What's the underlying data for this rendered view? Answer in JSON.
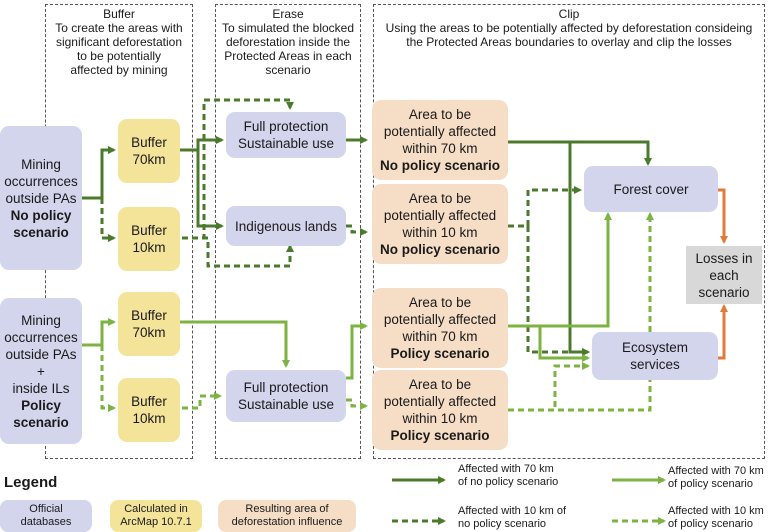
{
  "colors": {
    "dark_green": "#4b7a2c",
    "light_green": "#7cb342",
    "orange": "#e07b3a",
    "official_blue": "#d2d5ec",
    "arcmap_yellow": "#f4e49a",
    "result_peach": "#f5ddc6",
    "losses_gray": "#d8d8d8"
  },
  "panels": {
    "buffer": {
      "title": "Buffer",
      "desc": [
        "To create the areas with",
        "significant deforestation",
        "to be potentially",
        "affected by mining"
      ]
    },
    "erase": {
      "title": "Erase",
      "desc": [
        "To simulated the blocked",
        "deforestation inside the",
        "Protected Areas in each",
        "scenario"
      ]
    },
    "clip": {
      "title": "Clip",
      "desc": [
        "Using the areas to be potentially affected by deforestation consideing",
        "the Protected Areas boundaries to overlay and clip the losses"
      ]
    }
  },
  "nodes": {
    "mining_nopolicy": [
      "Mining",
      "occurrences",
      "outside PAs",
      "No policy",
      "scenario"
    ],
    "mining_policy": [
      "Mining",
      "occurrences",
      "outside PAs +",
      "inside ILs",
      "Policy",
      "scenario"
    ],
    "buffer70_a": [
      "Buffer",
      "70km"
    ],
    "buffer10_a": [
      "Buffer",
      "10km"
    ],
    "buffer70_b": [
      "Buffer",
      "70km"
    ],
    "buffer10_b": [
      "Buffer",
      "10km"
    ],
    "full_protection_a": [
      "Full protection",
      "Sustainable use"
    ],
    "indigenous": [
      "Indigenous lands"
    ],
    "full_protection_b": [
      "Full protection",
      "Sustainable use"
    ],
    "area1": [
      "Area to be",
      "potentially affected",
      "within 70 km",
      "No policy scenario"
    ],
    "area2": [
      "Area to be",
      "potentially affected",
      "within 10 km",
      "No policy scenario"
    ],
    "area3": [
      "Area to be",
      "potentially affected",
      "within 70 km",
      "Policy scenario"
    ],
    "area4": [
      "Area to be",
      "potentially affected",
      "within 10 km",
      "Policy scenario"
    ],
    "forest": [
      "Forest cover"
    ],
    "ecosystem": [
      "Ecosystem",
      "services"
    ],
    "losses": [
      "Losses in",
      "each",
      "scenario"
    ]
  },
  "legend": {
    "title": "Legend",
    "official": [
      "Official",
      "databases"
    ],
    "arcmap": [
      "Calculated in",
      "ArcMap 10.7.1"
    ],
    "result": [
      "Resulting area of",
      "deforestation influence"
    ],
    "l70_nopolicy": [
      "Affected with 70 km",
      "of no policy scenario"
    ],
    "l70_policy": [
      "Affected with 70 km",
      "of policy scenario"
    ],
    "l10_nopolicy": [
      "Affected with 10 km of",
      "no policy scenario"
    ],
    "l10_policy": [
      "Affected with 10 km",
      "of policy scenario"
    ]
  }
}
